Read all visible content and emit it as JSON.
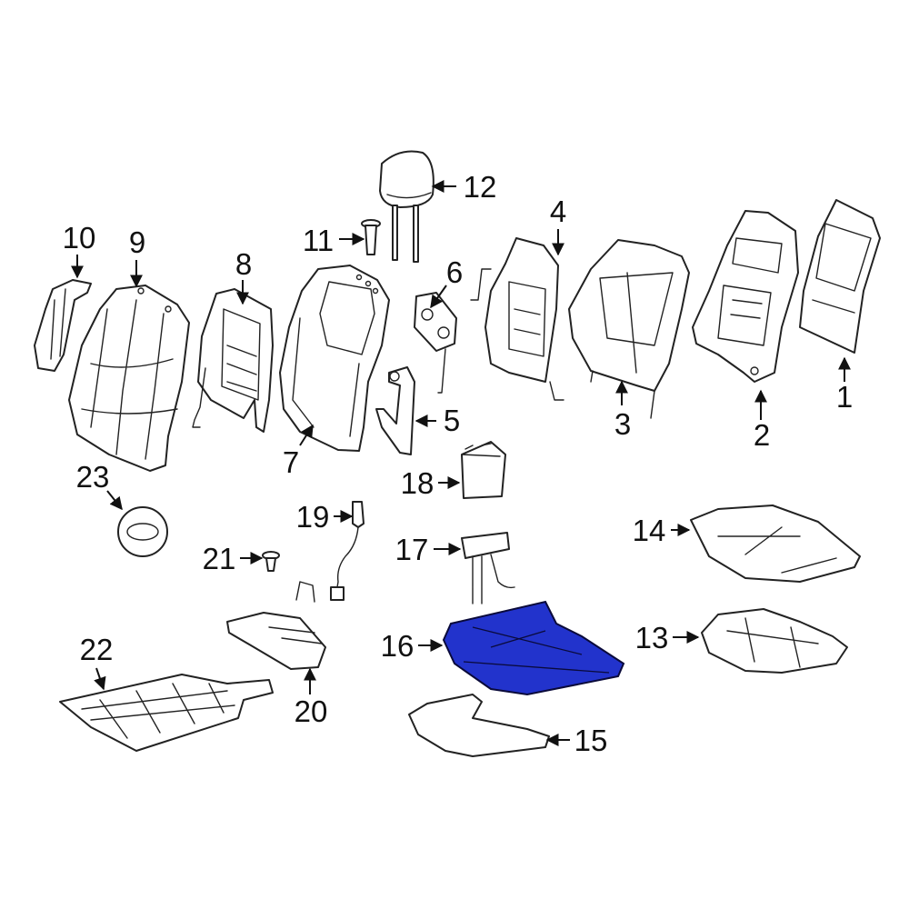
{
  "highlight_color": "#2233CC",
  "parts": [
    {
      "id": "p1",
      "label": "1"
    },
    {
      "id": "p2",
      "label": "2"
    },
    {
      "id": "p3",
      "label": "3"
    },
    {
      "id": "p4",
      "label": "4"
    },
    {
      "id": "p5",
      "label": "5"
    },
    {
      "id": "p6",
      "label": "6"
    },
    {
      "id": "p7",
      "label": "7"
    },
    {
      "id": "p8",
      "label": "8"
    },
    {
      "id": "p9",
      "label": "9"
    },
    {
      "id": "p10",
      "label": "10"
    },
    {
      "id": "p11",
      "label": "11"
    },
    {
      "id": "p12",
      "label": "12"
    },
    {
      "id": "p13",
      "label": "13"
    },
    {
      "id": "p14",
      "label": "14"
    },
    {
      "id": "p15",
      "label": "15"
    },
    {
      "id": "p16",
      "label": "16",
      "highlighted": true
    },
    {
      "id": "p17",
      "label": "17"
    },
    {
      "id": "p18",
      "label": "18"
    },
    {
      "id": "p19",
      "label": "19"
    },
    {
      "id": "p20",
      "label": "20"
    },
    {
      "id": "p21",
      "label": "21"
    },
    {
      "id": "p22",
      "label": "22"
    },
    {
      "id": "p23",
      "label": "23"
    }
  ]
}
